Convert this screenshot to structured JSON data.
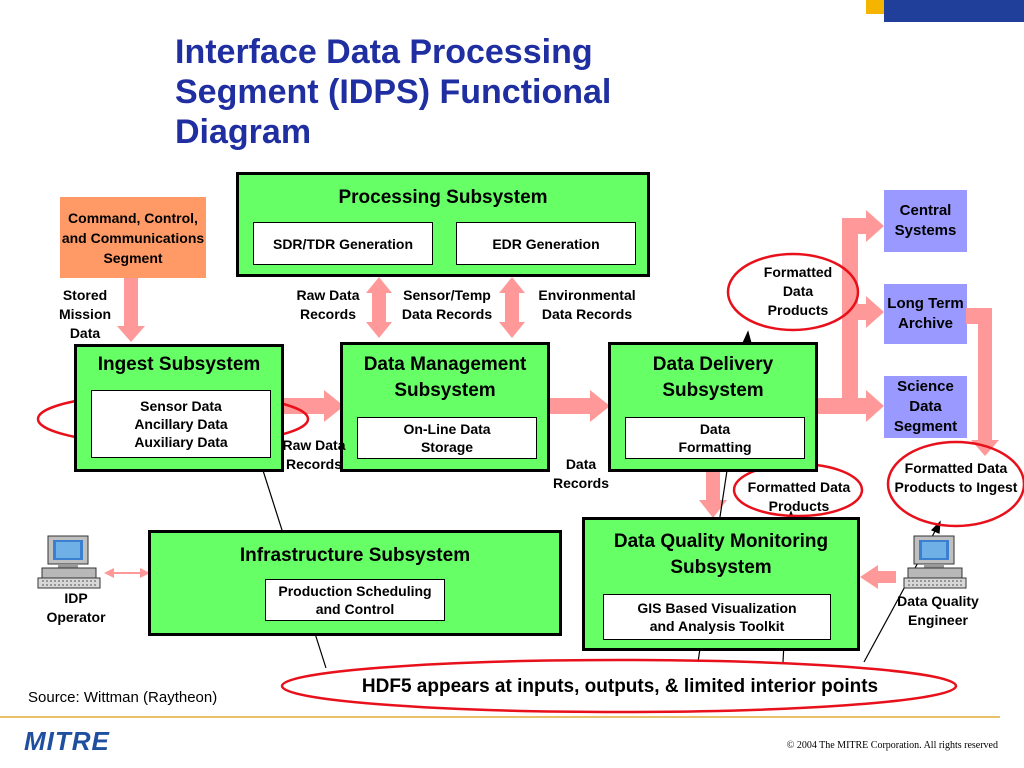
{
  "title": "Interface Data Processing Segment (IDPS) Functional Diagram",
  "cc_segment": "Command, Control, and Communications Segment",
  "stored_mission": "Stored Mission Data",
  "processing": {
    "title": "Processing Subsystem",
    "sdr": "SDR/TDR Generation",
    "edr": "EDR Generation"
  },
  "raw_records_top": "Raw Data Records",
  "sensor_temp": "Sensor/Temp Data Records",
  "environmental": "Environmental Data Records",
  "ingest": {
    "title": "Ingest Subsystem",
    "inner": "Sensor Data Ancillary Data Auxiliary Data"
  },
  "data_mgmt": {
    "title": "Data Management Subsystem",
    "inner": "On-Line Data Storage"
  },
  "data_delivery": {
    "title": "Data Delivery Subsystem",
    "inner": "Data Formatting"
  },
  "raw_records_bottom": "Raw Data Records",
  "data_records": "Data Records",
  "formatted_top": "Formatted Data Products",
  "formatted_mid": "Formatted Data Products",
  "formatted_ingest": "Formatted Data Products to Ingest",
  "central": "Central Systems",
  "archive": "Long Term Archive",
  "science": "Science Data Segment",
  "infrastructure": {
    "title": "Infrastructure Subsystem",
    "inner": "Production Scheduling and Control"
  },
  "dqm": {
    "title": "Data Quality Monitoring Subsystem",
    "inner": "GIS Based Visualization and Analysis Toolkit"
  },
  "idp_operator": "IDP Operator",
  "dq_engineer": "Data Quality Engineer",
  "hdf5": "HDF5 appears at inputs, outputs, & limited interior points",
  "source": "Source: Wittman (Raytheon)",
  "logo": "MITRE",
  "copyright": "© 2004 The MITRE Corporation. All rights reserved",
  "colors": {
    "box_green": "#66ff66",
    "arrow_pink": "#ff9999",
    "segment_orange": "#ff9966",
    "external_lavender": "#9999ff",
    "highlight_red": "#e8101a",
    "title_blue": "#1f2ea0"
  }
}
